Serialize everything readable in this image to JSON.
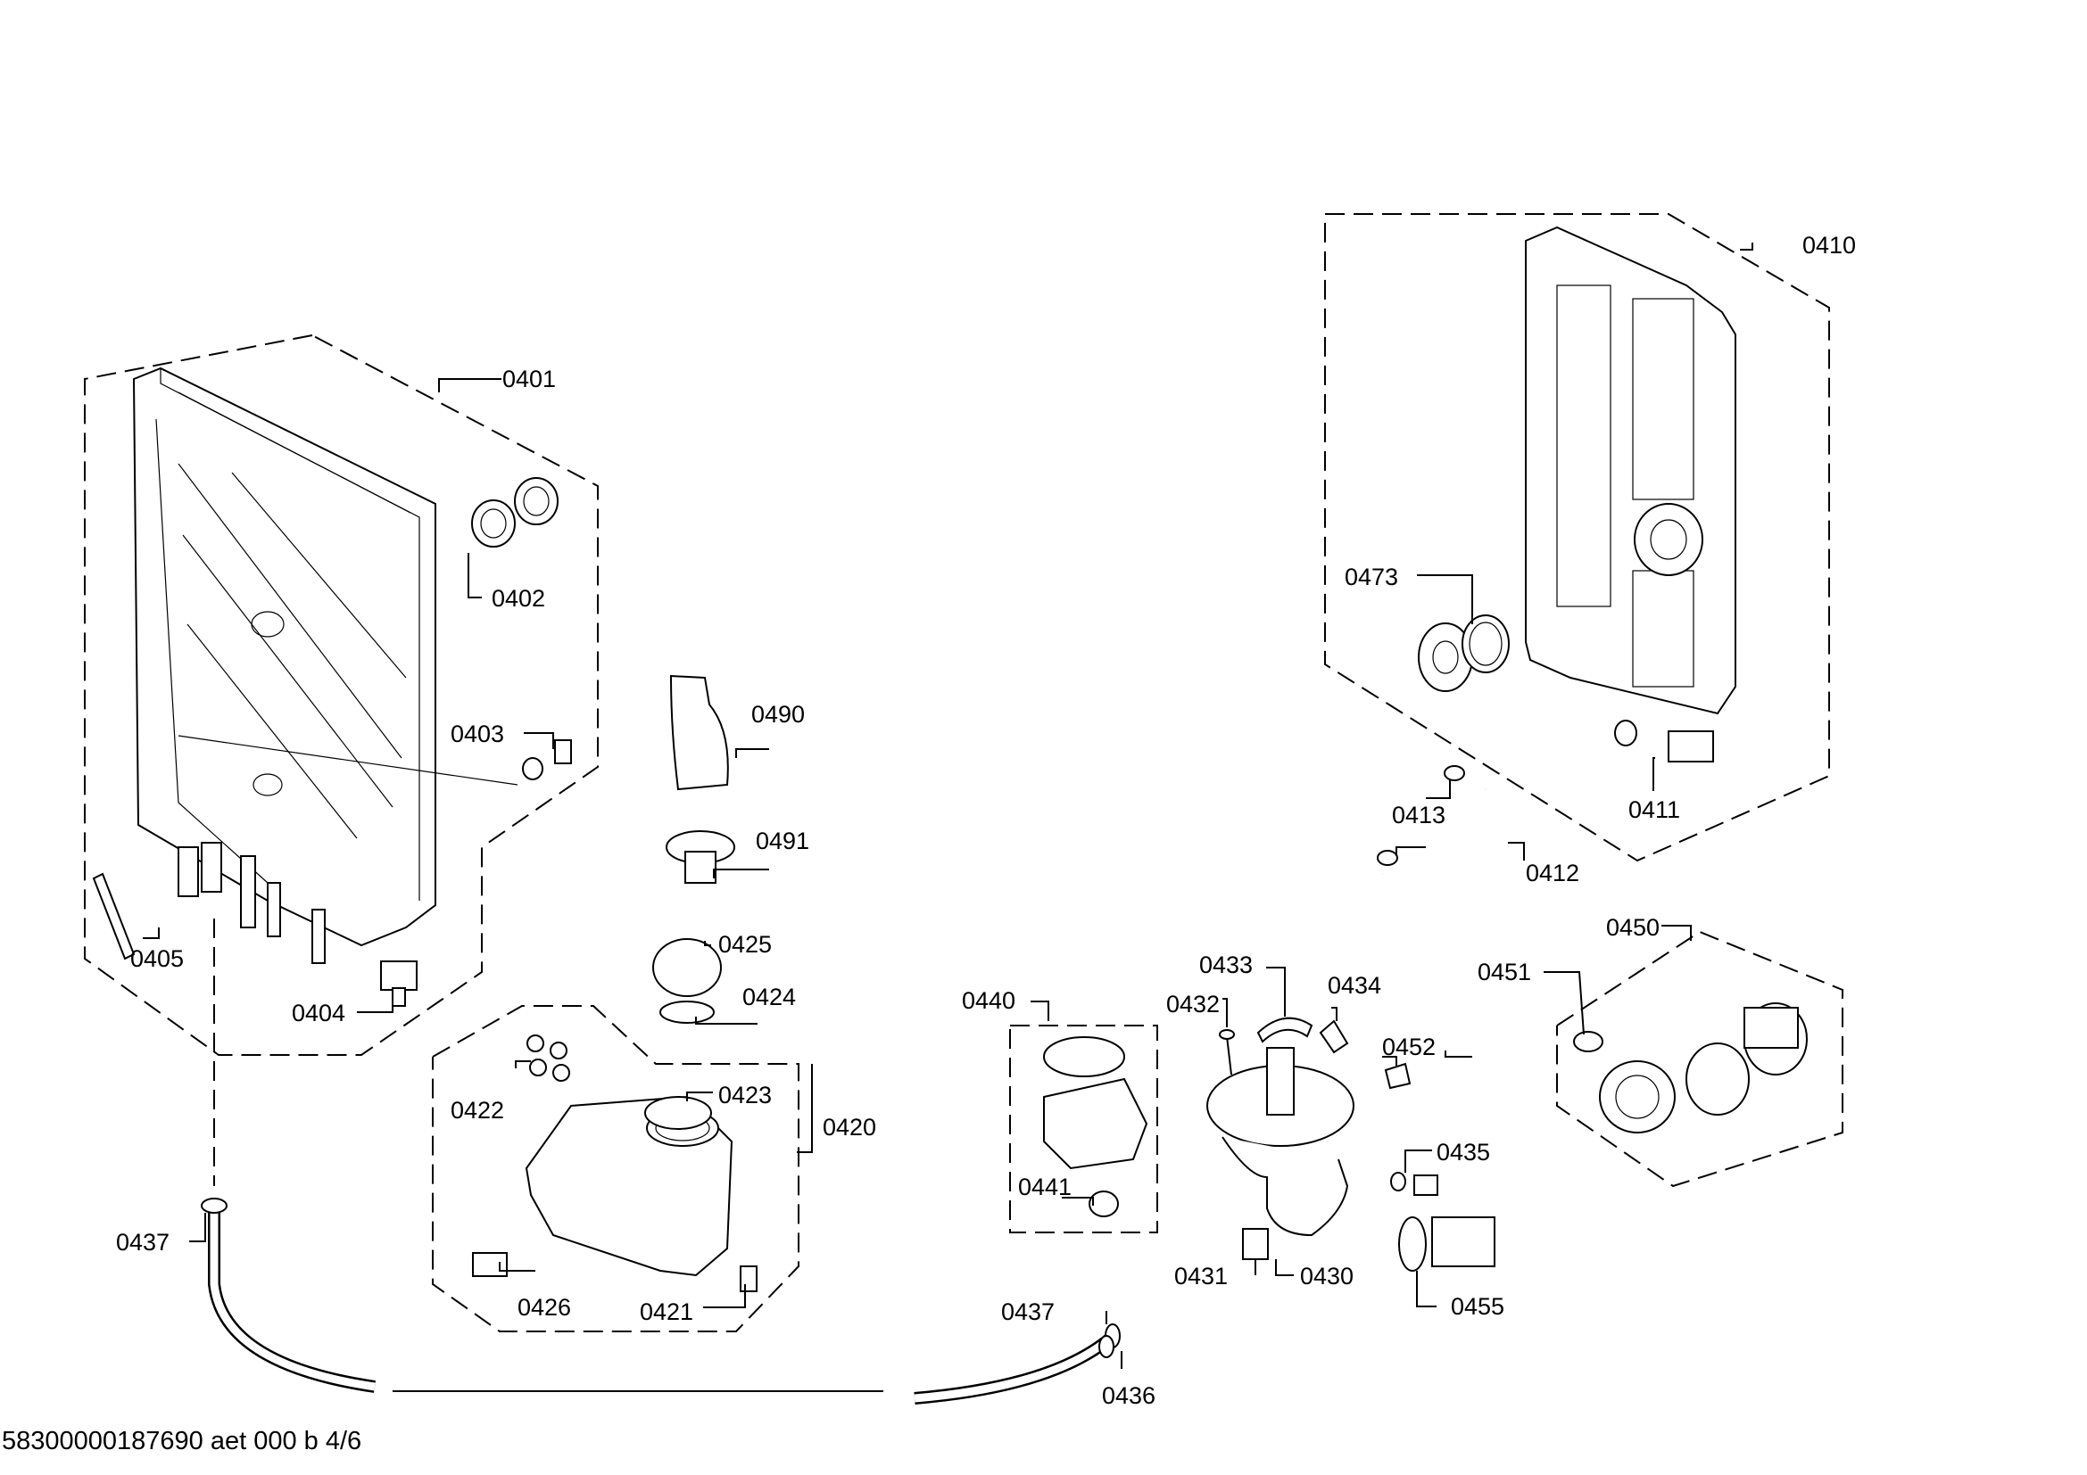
{
  "labels": {
    "p0401": "0401",
    "p0402": "0402",
    "p0403": "0403",
    "p0404": "0404",
    "p0405": "0405",
    "p0410": "0410",
    "p0411": "0411",
    "p0412": "0412",
    "p0413": "0413",
    "p0420": "0420",
    "p0421": "0421",
    "p0422": "0422",
    "p0423": "0423",
    "p0424": "0424",
    "p0425": "0425",
    "p0426": "0426",
    "p0430": "0430",
    "p0431": "0431",
    "p0432": "0432",
    "p0433": "0433",
    "p0434": "0434",
    "p0435": "0435",
    "p0436": "0436",
    "p0437a": "0437",
    "p0437b": "0437",
    "p0440": "0440",
    "p0441": "0441",
    "p0450": "0450",
    "p0451": "0451",
    "p0452": "0452",
    "p0455": "0455",
    "p0473": "0473",
    "p0490": "0490",
    "p0491": "0491"
  },
  "footer": {
    "document_code": "58300000187690 aet 000 b 4/6"
  }
}
